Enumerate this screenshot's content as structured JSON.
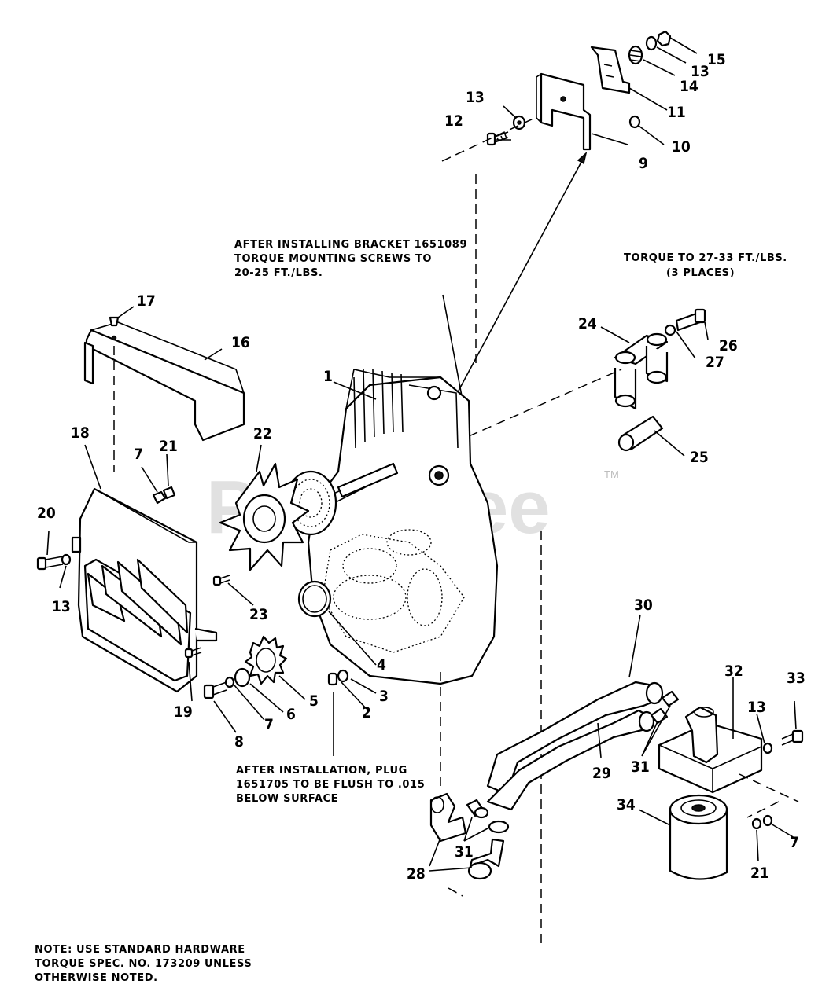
{
  "watermark": {
    "text": "PartsTree",
    "tm": "TM"
  },
  "notes": {
    "bracket_torque": [
      "AFTER INSTALLING BRACKET 1651089",
      "TORQUE MOUNTING SCREWS TO",
      "20-25 FT./LBS."
    ],
    "torque_places": [
      "TORQUE TO 27-33 FT./LBS.",
      "(3 PLACES)"
    ],
    "plug_install": [
      "AFTER INSTALLATION, PLUG",
      "1651705 TO BE FLUSH TO .015",
      "BELOW SURFACE"
    ],
    "hardware": [
      "NOTE: USE STANDARD HARDWARE",
      "TORQUE SPEC. NO. 173209 UNLESS",
      "OTHERWISE NOTED."
    ]
  },
  "callouts": {
    "c1": "1",
    "c2": "2",
    "c3": "3",
    "c4": "4",
    "c5": "5",
    "c6": "6",
    "c7a": "7",
    "c7b": "7",
    "c7c": "7",
    "c8": "8",
    "c9": "9",
    "c10": "10",
    "c11": "11",
    "c12": "12",
    "c13a": "13",
    "c13b": "13",
    "c13c": "13",
    "c13d": "13",
    "c14": "14",
    "c15": "15",
    "c16": "16",
    "c17": "17",
    "c18": "18",
    "c19": "19",
    "c20": "20",
    "c21a": "21",
    "c21b": "21",
    "c22": "22",
    "c23": "23",
    "c24": "24",
    "c25": "25",
    "c26": "26",
    "c27": "27",
    "c28": "28",
    "c29": "29",
    "c30": "30",
    "c31a": "31",
    "c31b": "31",
    "c32": "32",
    "c33": "33",
    "c34": "34"
  }
}
